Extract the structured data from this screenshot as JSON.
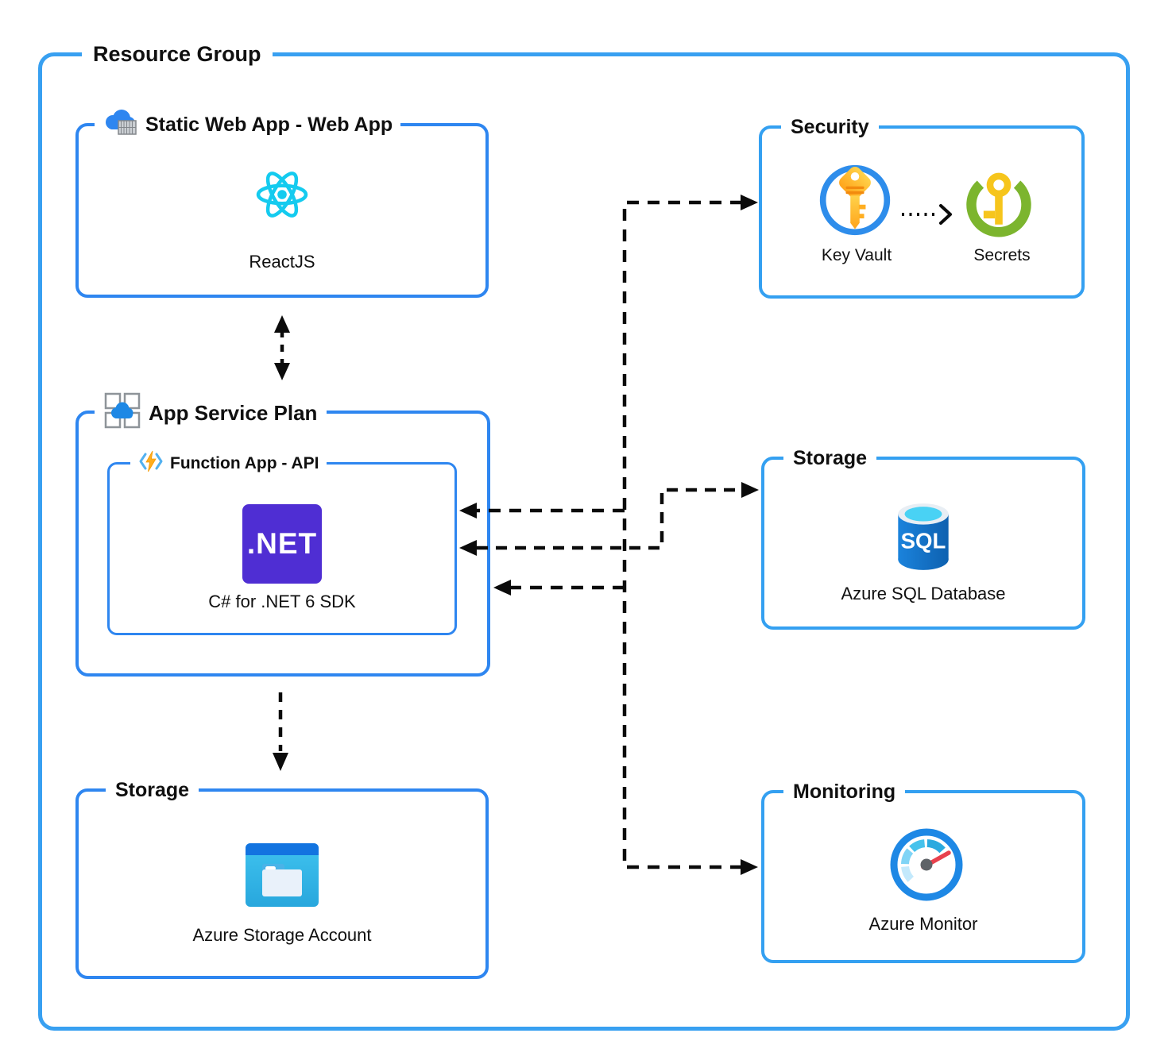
{
  "resource_group": {
    "label": "Resource Group"
  },
  "static_web_app": {
    "title": "Static Web App - Web App",
    "tech_label": "ReactJS"
  },
  "security": {
    "title": "Security",
    "key_vault_label": "Key Vault",
    "secrets_label": "Secrets"
  },
  "app_service_plan": {
    "title": "App Service Plan"
  },
  "function_app": {
    "title": "Function App - API",
    "logo_text": ".NET",
    "tech_label": "C# for .NET 6 SDK"
  },
  "storage_sql": {
    "title": "Storage",
    "logo_text": "SQL",
    "item_label": "Azure SQL Database"
  },
  "storage_account": {
    "title": "Storage",
    "item_label": "Azure Storage Account"
  },
  "monitoring": {
    "title": "Monitoring",
    "item_label": "Azure Monitor"
  },
  "colors": {
    "resource_group_border": "#38A0F1",
    "box_border_blue": "#2E86F0",
    "right_box_border_blue": "#34A0F1",
    "connector_black": "#0B0B0B",
    "react_cyan": "#14CBEF",
    "dotnet_purple": "#4F2ED3",
    "sql_blue": "#1173D2",
    "sql_top_cyan": "#49D2F4",
    "key_vault_ring_blue": "#2E8DEB",
    "key_yellow": "#FFC226",
    "secrets_green": "#7CB52E",
    "monitor_ring_blue": "#1E88E5",
    "monitor_needle_red": "#E8414D",
    "storage_bar_blue": "#1374E0",
    "storage_body_cyan": "#35BCEA"
  }
}
